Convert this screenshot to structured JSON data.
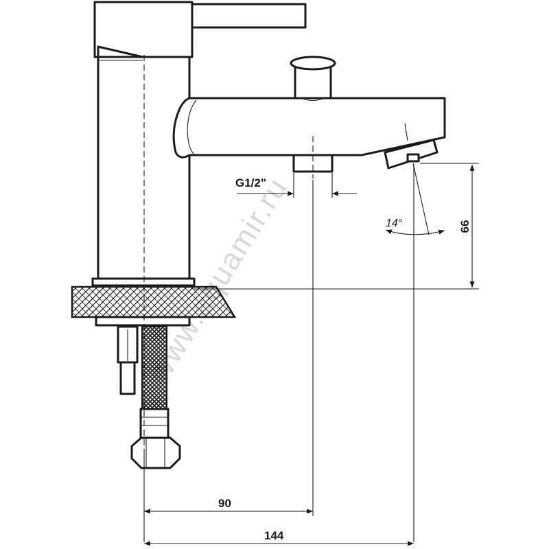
{
  "diagram": {
    "dimensions": {
      "spout_reach": "90",
      "total_depth": "144",
      "aerator_height": "66",
      "thread": "G1/2\"",
      "spout_angle": "14°"
    },
    "watermark": "www.aquamir.ru",
    "colors": {
      "line": "#1a1a1a",
      "background": "#ffffff",
      "watermark": "#d8d8d8"
    }
  }
}
